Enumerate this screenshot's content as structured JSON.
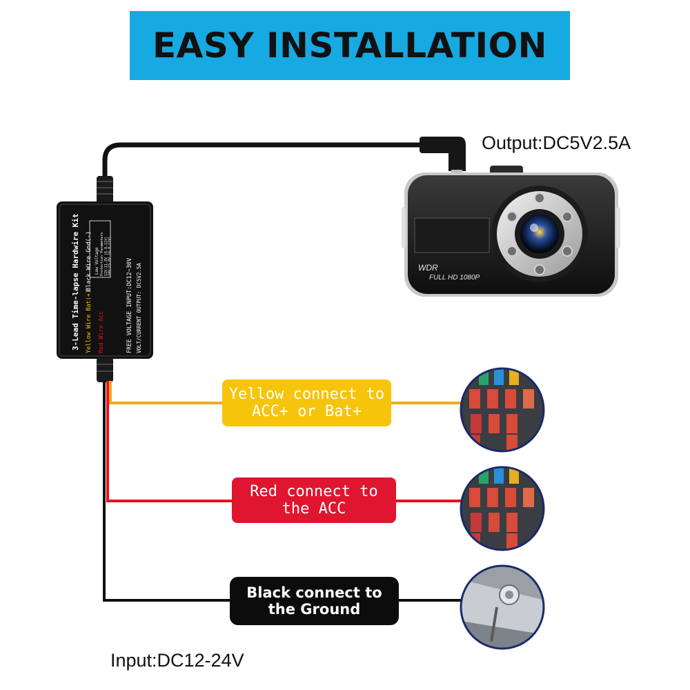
{
  "banner": {
    "title": "EASY INSTALLATION"
  },
  "labels": {
    "output": "Output:DC5V2.5A",
    "input": "Input:DC12-24V"
  },
  "hardwire_kit": {
    "title": "3-Lead Time-lapse Hardwire Kit",
    "yellow_wire": "Yellow Wire Bat(+)",
    "black_wire": "Black Wire Gnd(-)",
    "red_wire": "Red Wire Acc",
    "input_text": "FREE VOLTAGE INPUT:DC12~30V",
    "output_text": "VOLT/CURRENT OUTPUT: DC5V2.5A",
    "protection_title": "Low Voltage",
    "protection_sub": "Protection Parameters",
    "protection_line1": "12V:11.8V (6.8,11V)",
    "protection_line2": "24V:23.8V (6.8,11V)"
  },
  "dashcam": {
    "wdr": "WDR",
    "full_hd": "FULL HD 1080P"
  },
  "connections": {
    "yellow": {
      "line1": "Yellow connect to",
      "line2": "ACC+ or Bat+",
      "color": "#f6c40b"
    },
    "red": {
      "line1": "Red connect to",
      "line2": "the ACC",
      "color": "#e01630"
    },
    "black": {
      "line1": "Black connect to",
      "line2": "the Ground",
      "color": "#0c0c0c"
    }
  },
  "colors": {
    "banner": "#17a9e1",
    "wire_yellow": "#f5a81c",
    "wire_red": "#e8101e",
    "wire_black": "#111111"
  }
}
